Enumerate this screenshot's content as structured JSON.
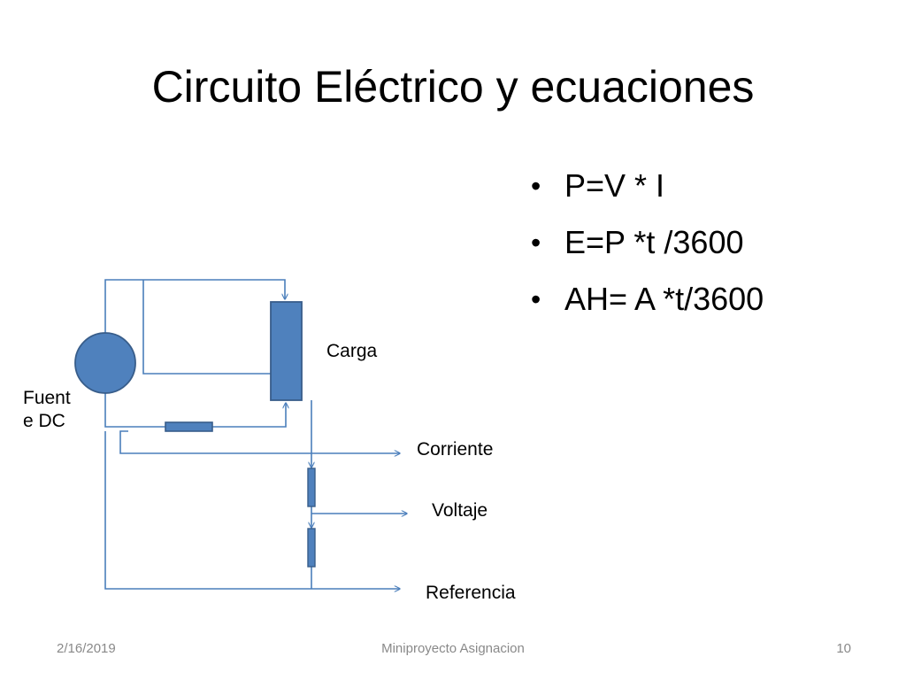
{
  "slide": {
    "title": "Circuito Eléctrico y ecuaciones",
    "bullets": [
      {
        "text": "P=V * I"
      },
      {
        "text": "E=P *t /3600"
      },
      {
        "text": "AH= A *t/3600"
      }
    ],
    "bullet_glyph": "•"
  },
  "diagram": {
    "source_label": "Fuente DC",
    "load_label": "Carga",
    "outputs": {
      "current": "Corriente",
      "voltage": "Voltaje",
      "reference": "Referencia"
    },
    "colors": {
      "wire": "#4a7ebb",
      "component_fill": "#4f81bd",
      "component_stroke": "#385d8a"
    }
  },
  "footer": {
    "date": "2/16/2019",
    "center": "Miniproyecto Asignacion",
    "page_number": "10"
  }
}
